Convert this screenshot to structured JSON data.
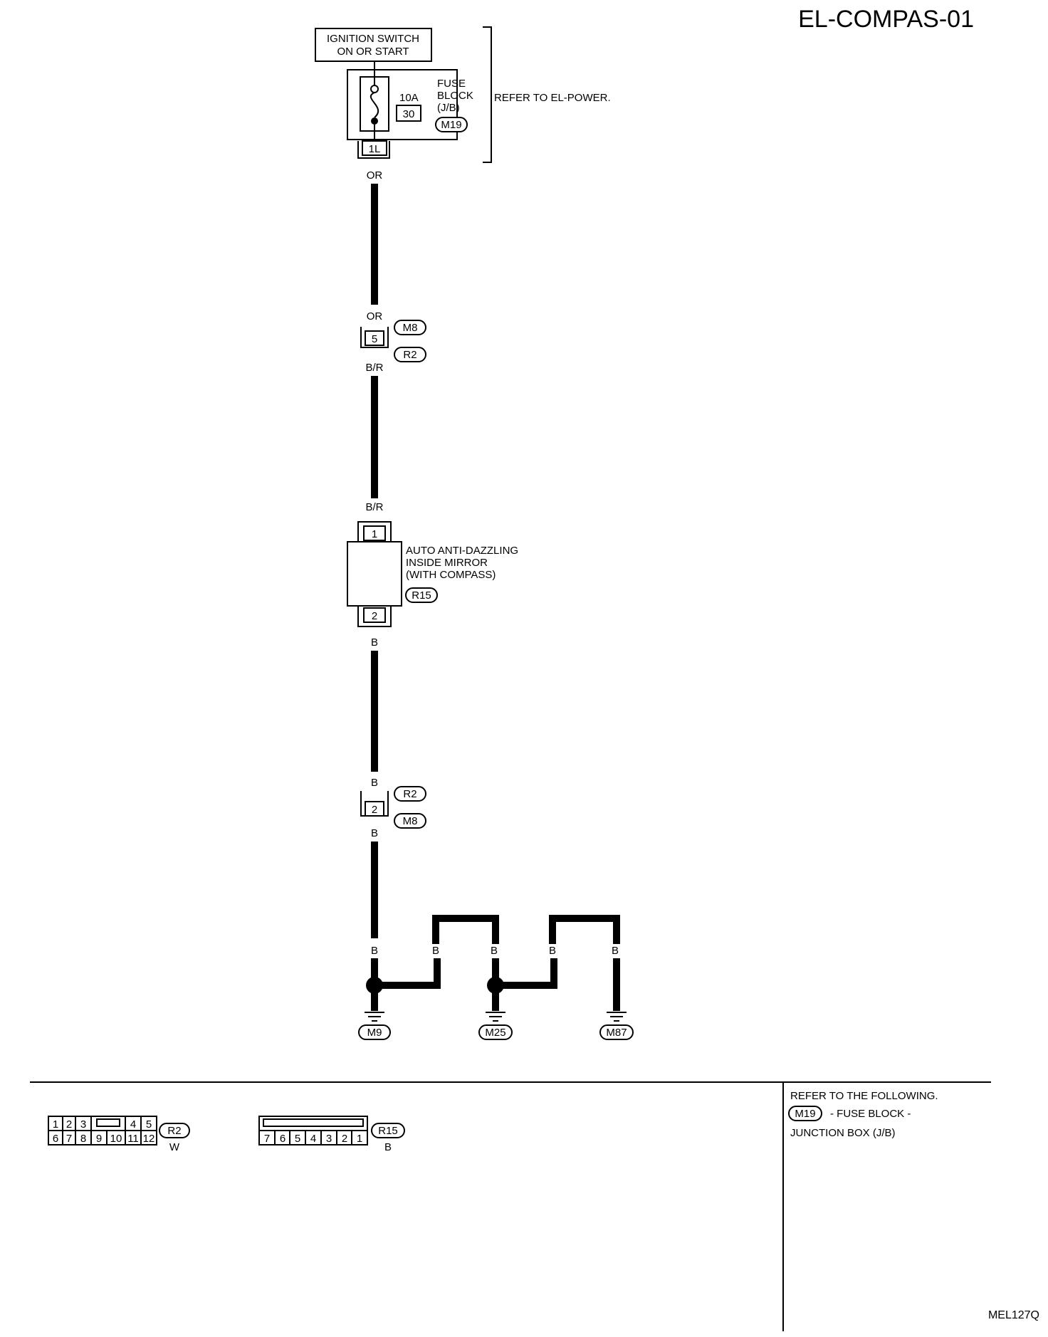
{
  "title": "EL-COMPAS-01",
  "figure_id": "MEL127Q",
  "ignition": {
    "line1": "IGNITION SWITCH",
    "line2": "ON OR START"
  },
  "fuse_block": {
    "amp": "10A",
    "fuse_no": "30",
    "label_line1": "FUSE",
    "label_line2": "BLOCK",
    "label_line3": "(J/B)",
    "connector": "M19",
    "terminal": "1L",
    "refer": "REFER TO EL-POWER."
  },
  "wire_colors": {
    "fuse_out": "OR",
    "m8_in": "OR",
    "r2_out": "B/R",
    "mirror_in": "B/R",
    "mirror_out": "B",
    "r2_in": "B",
    "m8_out": "B",
    "g1": "B",
    "g2": "B",
    "g3": "B",
    "g4": "B",
    "g5": "B"
  },
  "joint_upper": {
    "pin": "5",
    "conn_a": "M8",
    "conn_b": "R2"
  },
  "mirror": {
    "line1": "AUTO ANTI-DAZZLING",
    "line2": "INSIDE MIRROR",
    "line3": "(WITH COMPASS)",
    "connector": "R15",
    "pin_in": "1",
    "pin_out": "2"
  },
  "joint_lower": {
    "pin": "2",
    "conn_a": "R2",
    "conn_b": "M8"
  },
  "grounds": [
    "M9",
    "M25",
    "M87"
  ],
  "connector_views": [
    {
      "id": "R2",
      "color": "W",
      "row1": [
        "1",
        "2",
        "3",
        "",
        "4",
        "5"
      ],
      "row2": [
        "6",
        "7",
        "8",
        "9",
        "10",
        "11",
        "12"
      ]
    },
    {
      "id": "R15",
      "color": "B",
      "row2": [
        "7",
        "6",
        "5",
        "4",
        "3",
        "2",
        "1"
      ]
    }
  ],
  "refer_note": {
    "line1": "REFER TO THE FOLLOWING.",
    "connector": "M19",
    "line2": "- FUSE BLOCK -",
    "line3": "JUNCTION BOX (J/B)"
  }
}
